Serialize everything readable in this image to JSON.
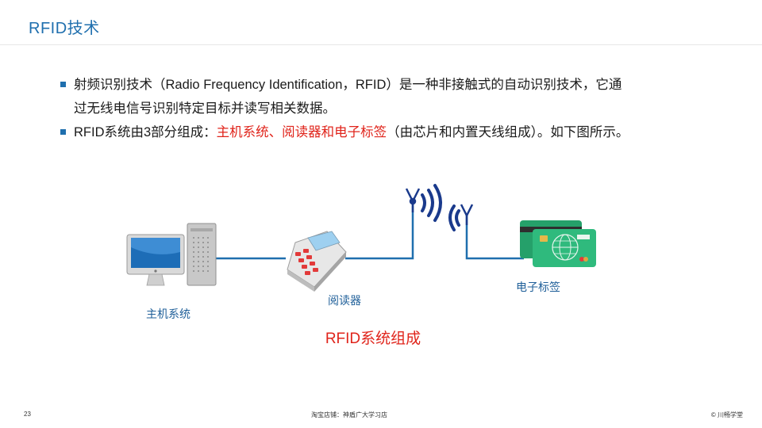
{
  "slide": {
    "title": "RFID技术",
    "page_number": "23",
    "footer_center": "淘宝店铺：神盾广大学习店",
    "footer_right": "© 川畅学堂"
  },
  "bullets": [
    {
      "line1": "射频识别技术（Radio Frequency Identification，RFID）是一种非接触式的自动识别技术，它通",
      "line2": "过无线电信号识别特定目标并读写相关数据。"
    },
    {
      "prefix": "RFID系统由3部分组成：",
      "highlight": "主机系统、阅读器和电子标签",
      "suffix": "（由芯片和内置天线组成）。如下图所示。"
    }
  ],
  "diagram": {
    "host_label": "主机系统",
    "reader_label": "阅读器",
    "tag_label": "电子标签",
    "caption": "RFID系统组成"
  },
  "colors": {
    "accent_blue": "#1f6fae",
    "highlight_red": "#e0241b",
    "antenna_navy": "#1a3a8c",
    "card_green": "#2db37a"
  },
  "icons": [
    "computer-icon",
    "card-reader-icon",
    "antenna-icon",
    "radio-wave-icon",
    "rfid-card-icon"
  ]
}
